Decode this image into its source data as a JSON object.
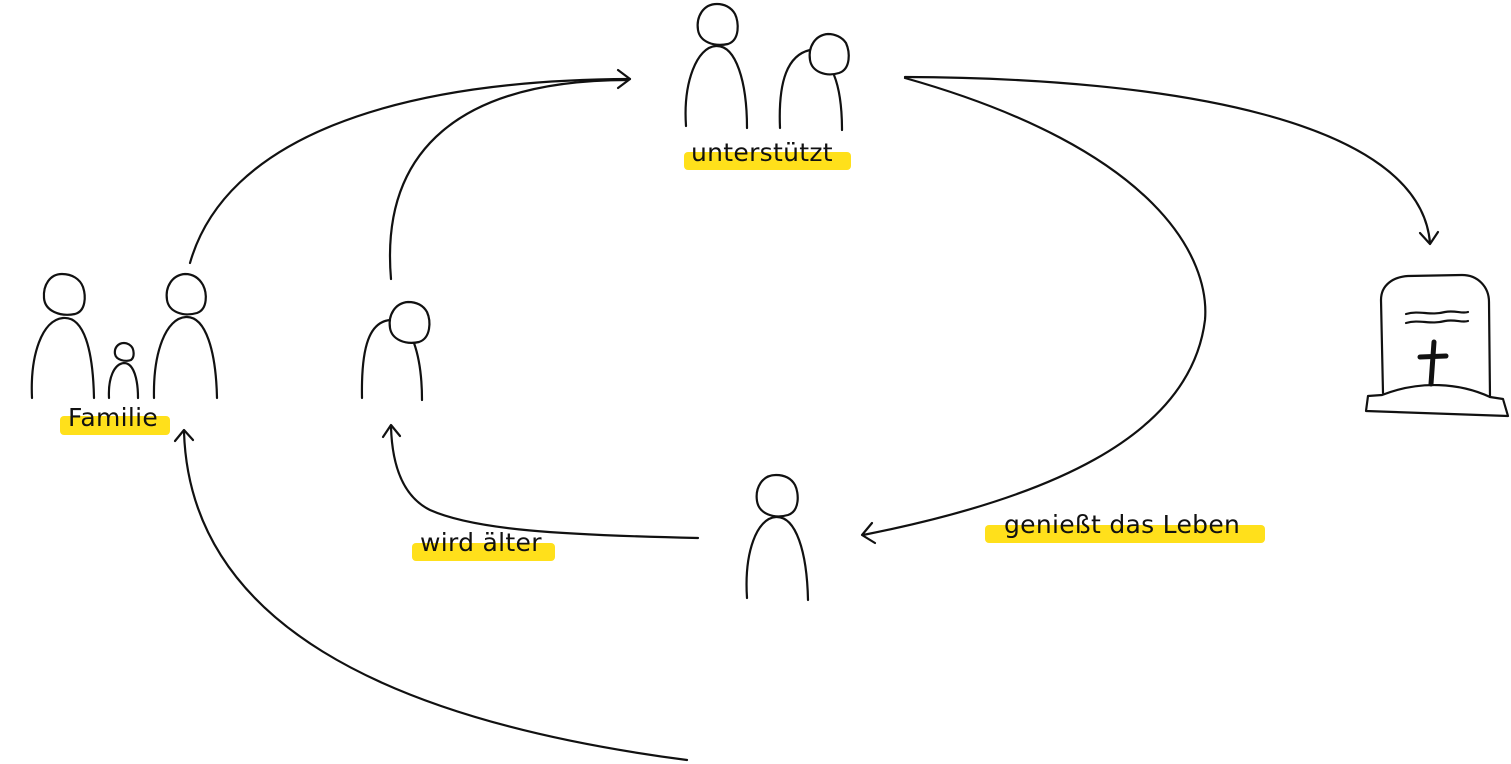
{
  "labels": {
    "family": "Familie",
    "supports": "unterstützt",
    "ages": "wird älter",
    "enjoys": "genießt das Leben"
  },
  "colors": {
    "ink": "#111111",
    "highlight": "#ffe01b",
    "background": "#ffffff"
  },
  "icons": [
    "family-icon",
    "elderly-person-icon",
    "couple-icon",
    "person-icon",
    "gravestone-icon",
    "cross-icon"
  ]
}
